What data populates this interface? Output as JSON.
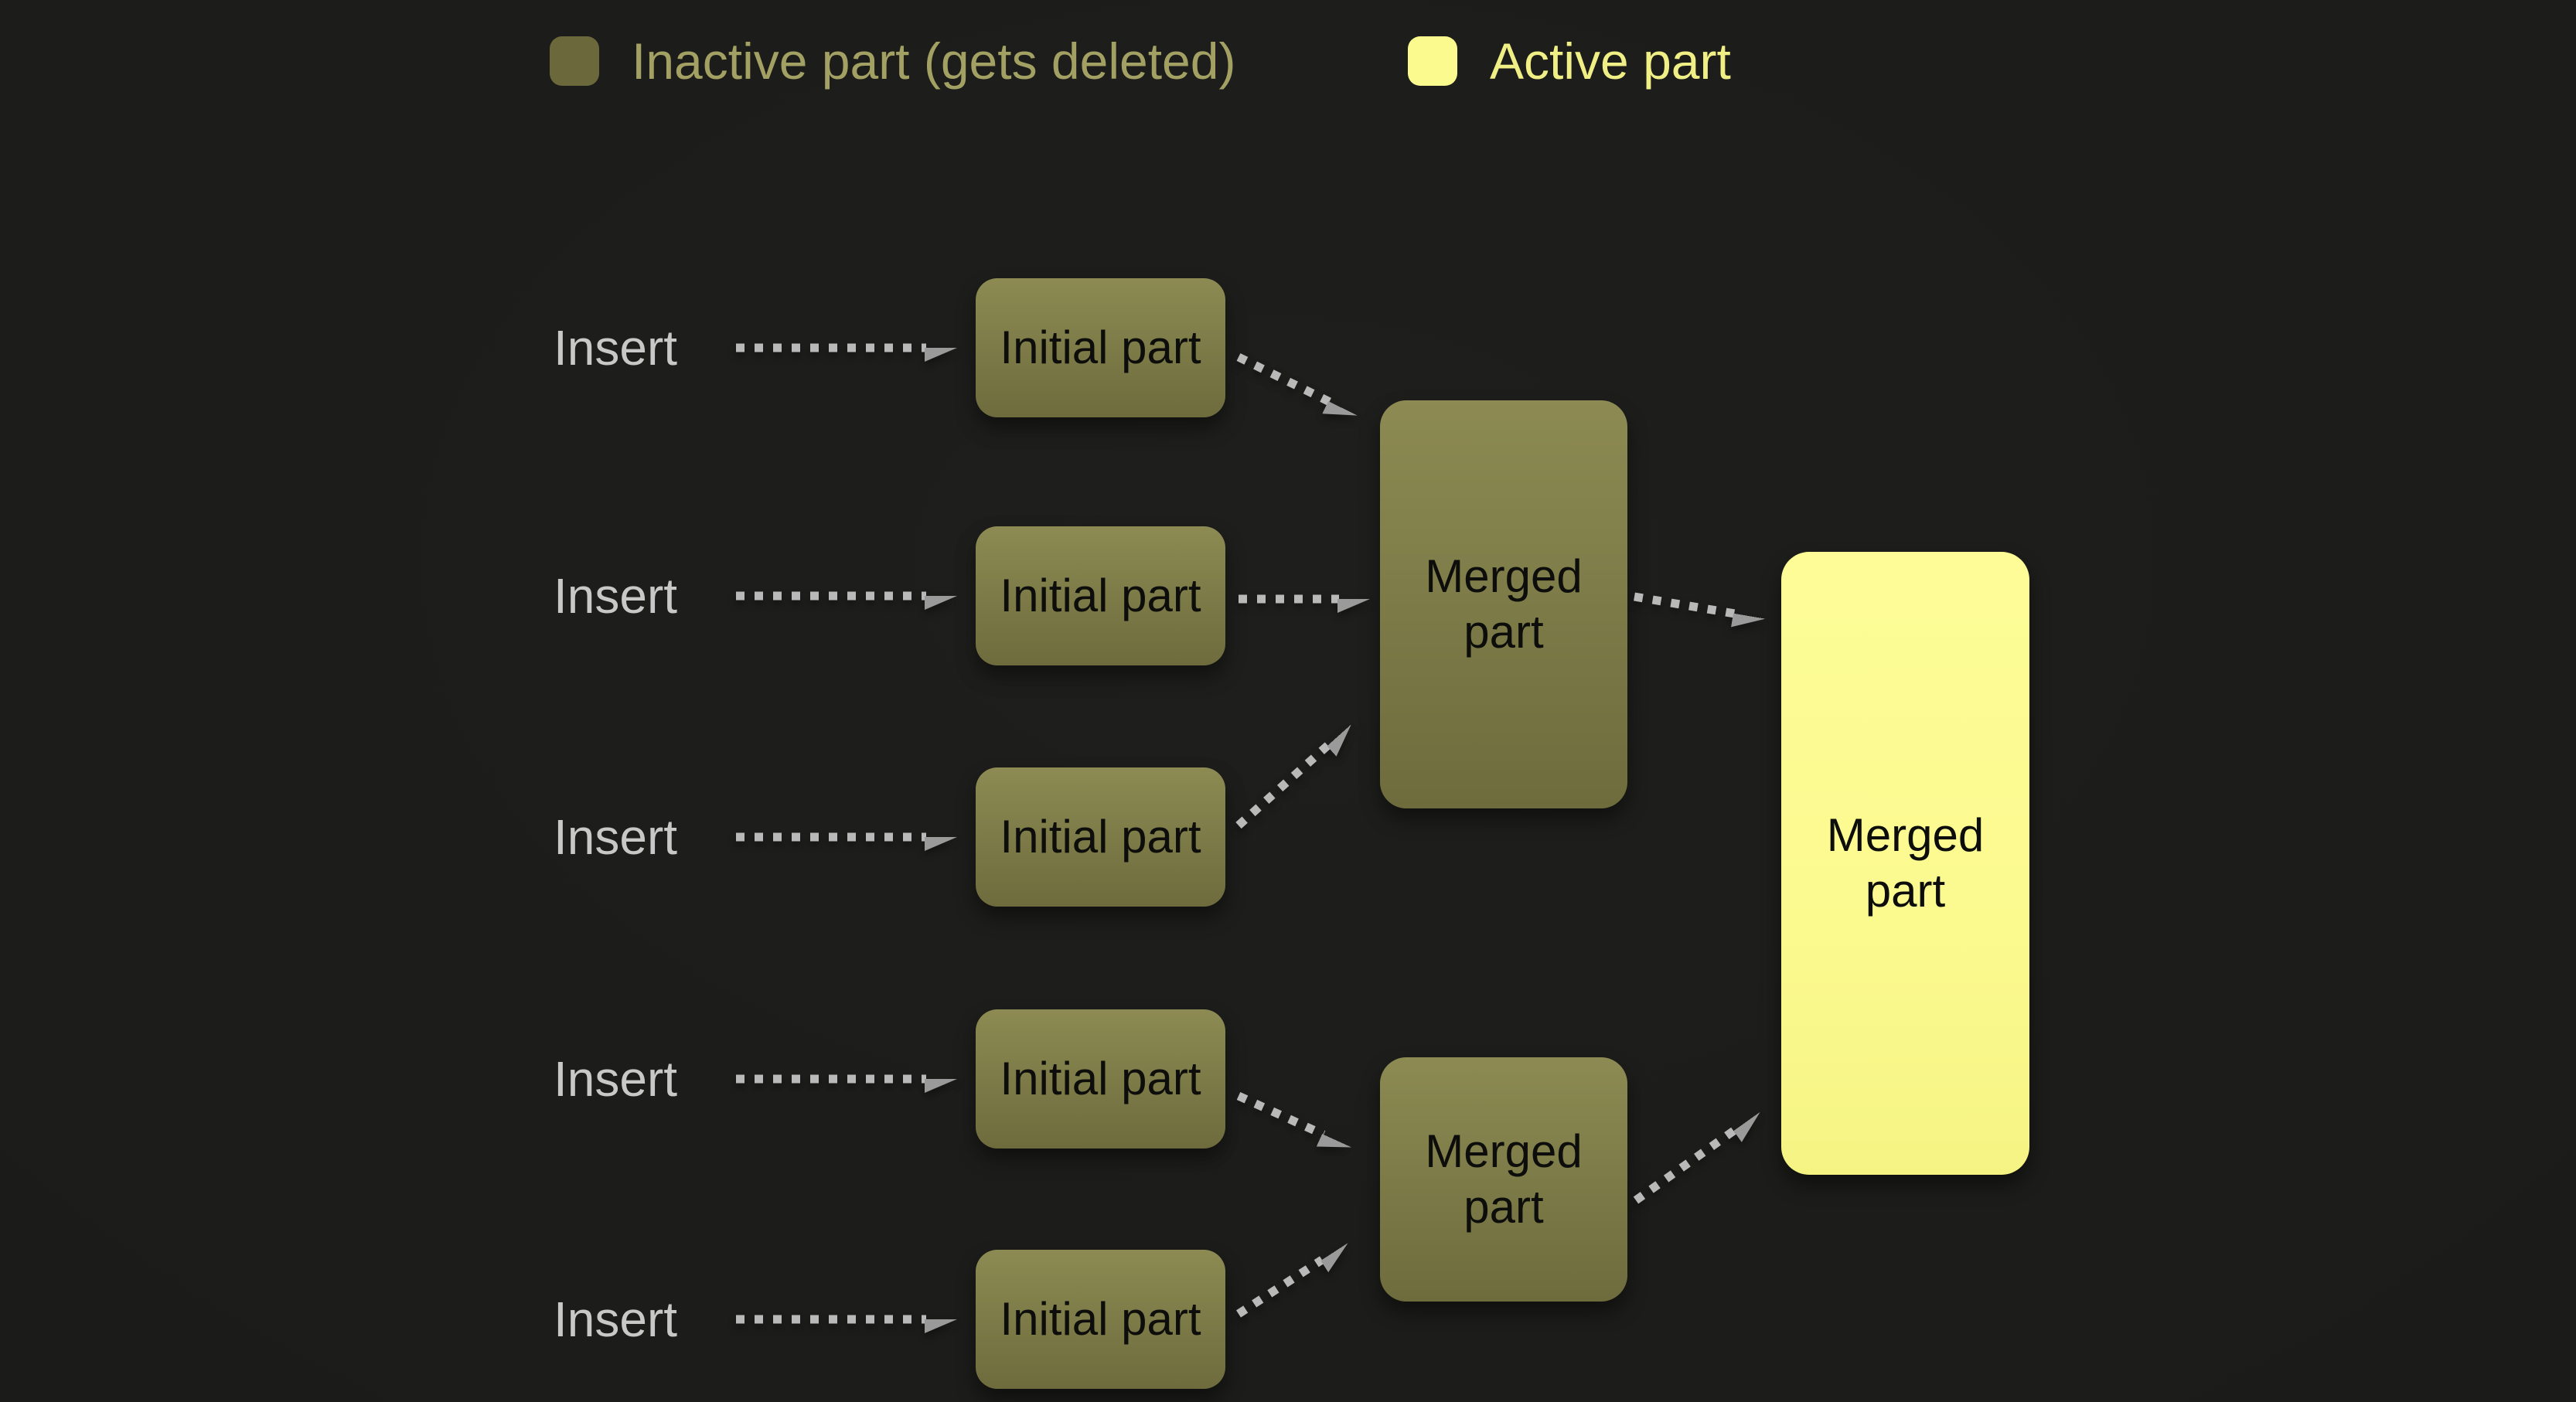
{
  "legend": {
    "inactive_label": "Inactive part (gets deleted)",
    "active_label": "Active part",
    "inactive_color": "#6b693c",
    "active_color": "#fbfa8f"
  },
  "diagram": {
    "insert_label": "Insert",
    "initial_label": "Initial part",
    "merged_label": "Merged part",
    "inactive_box_color": "#7b7946",
    "active_box_color": "#fbfa8f",
    "arrow_dash_color": "#b9b9b9",
    "arrowhead_color": "#9a9a9a",
    "insert_text_color": "#c8c8c8",
    "background_color": "#1c1c1a"
  }
}
